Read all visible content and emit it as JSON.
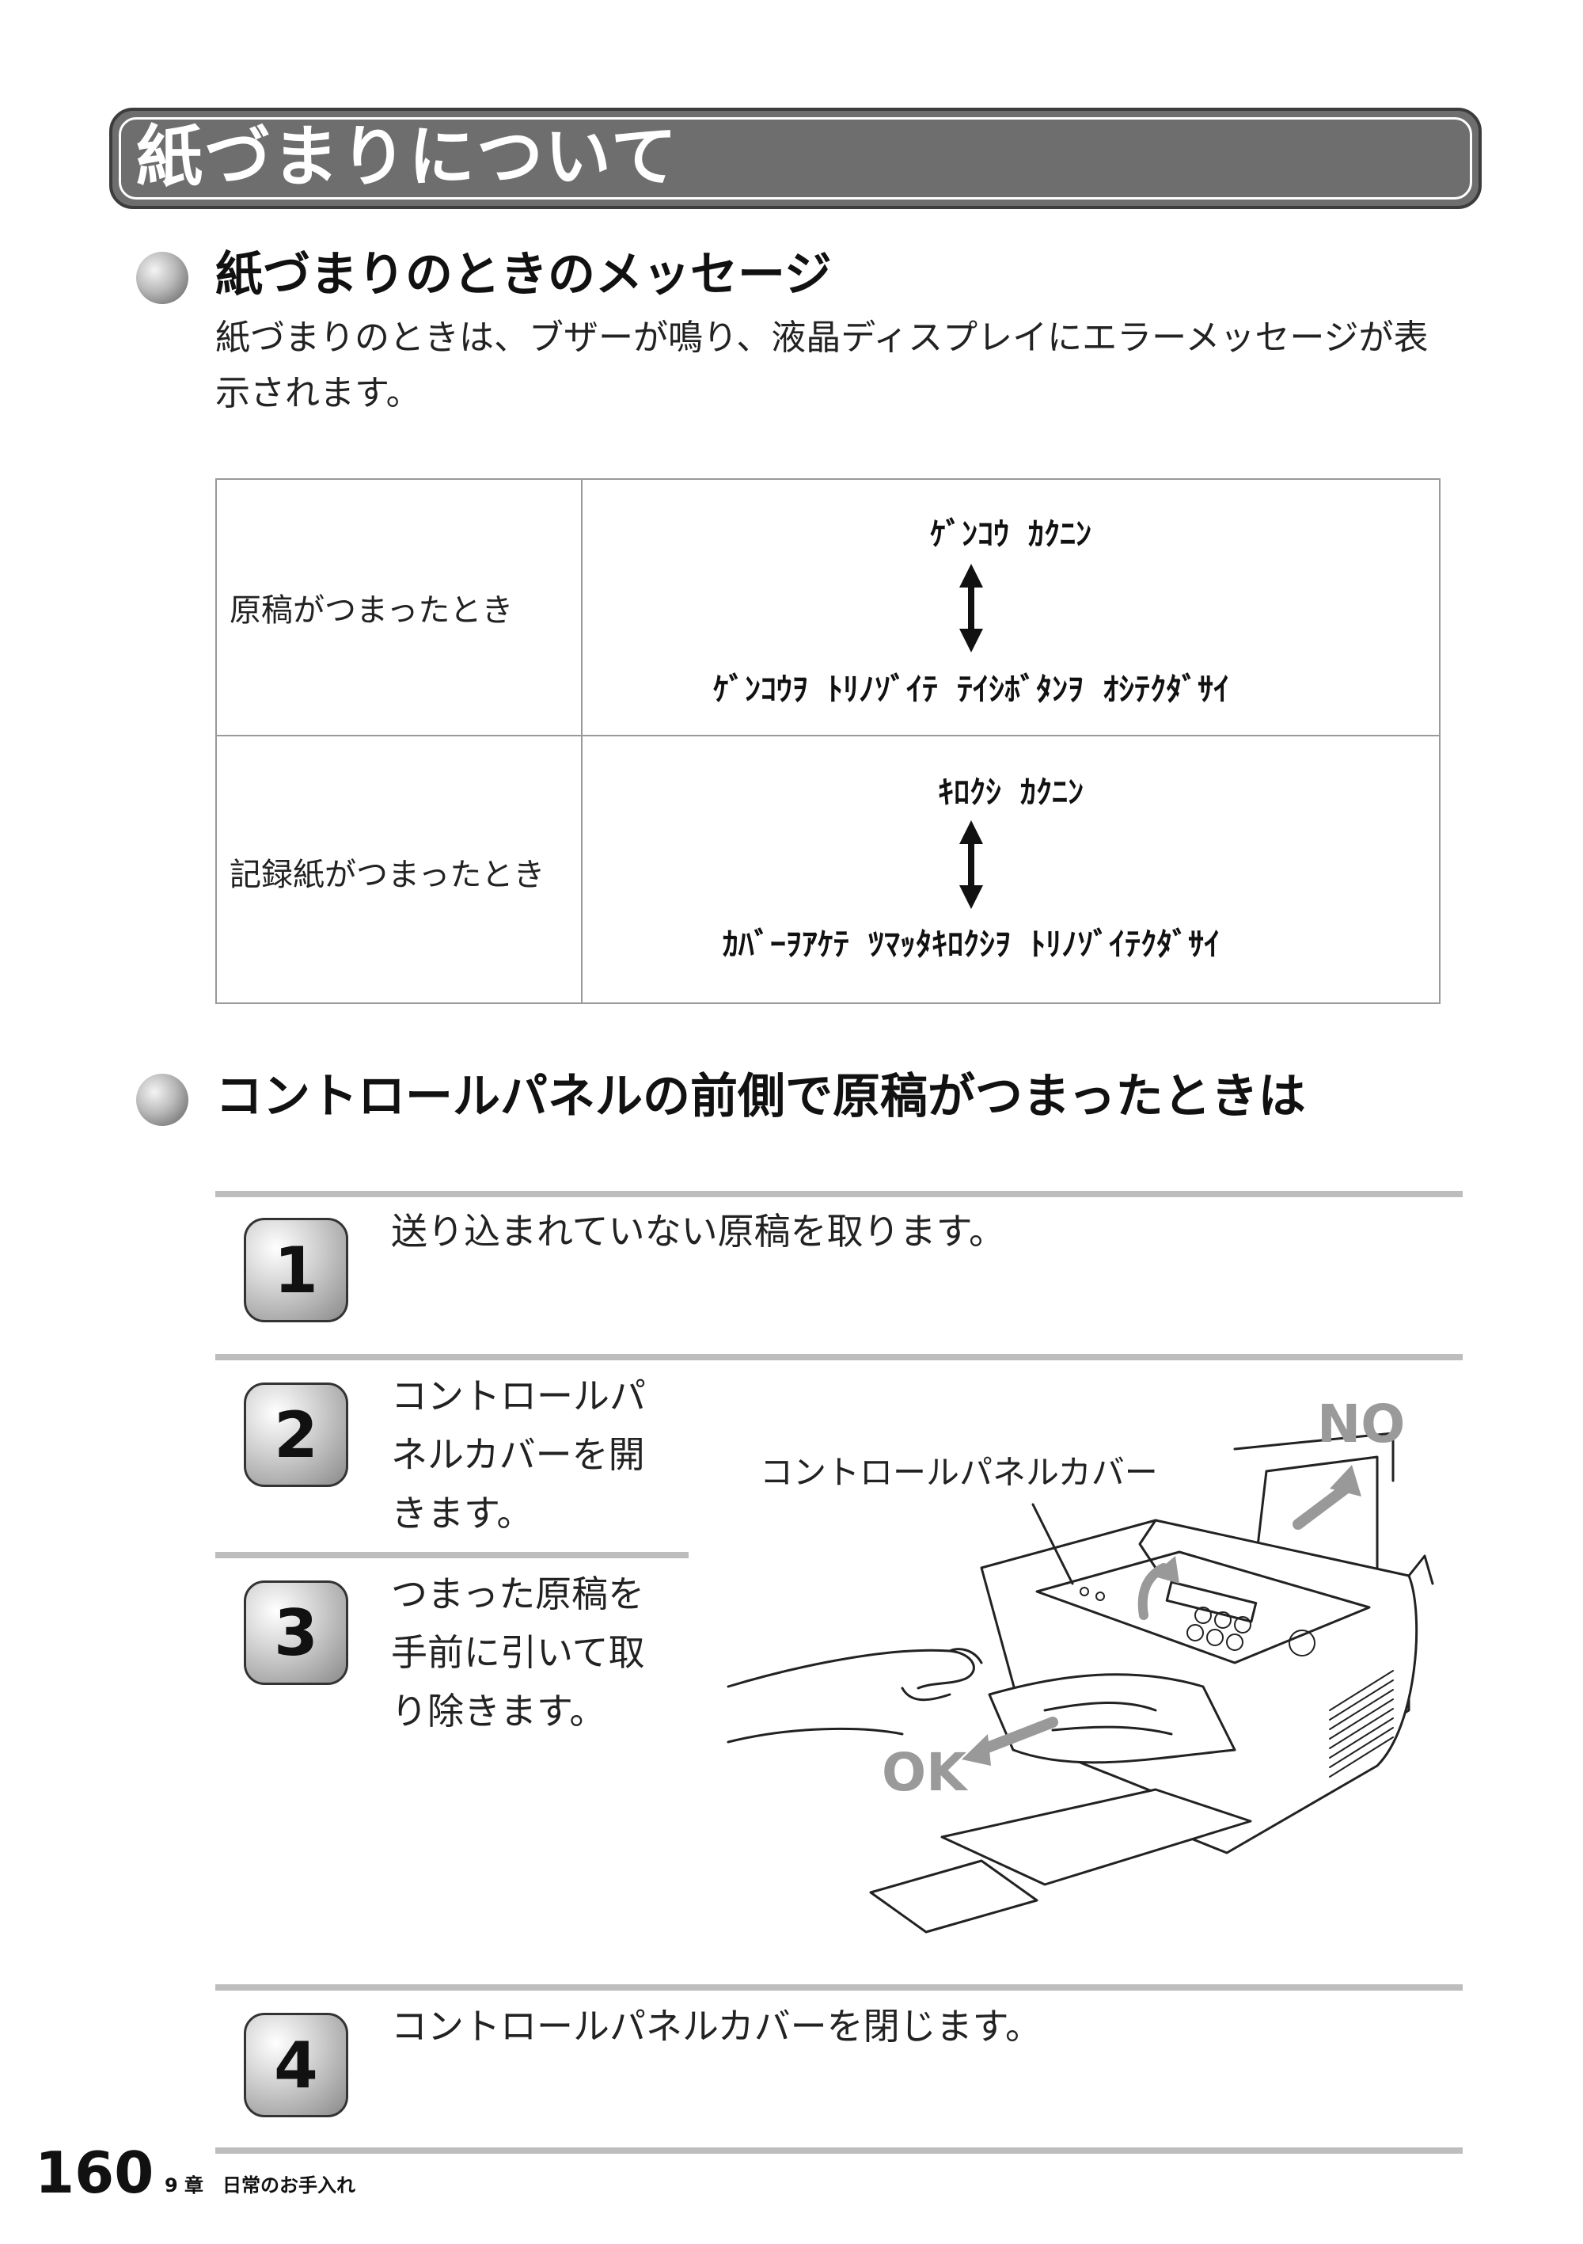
{
  "title": "紙づまりについて",
  "section1": {
    "heading": "紙づまりのときのメッセージ",
    "body_line1": "紙づまりのときは、ブザーが鳴り、液晶ディスプレイにエラーメッセージが表",
    "body_line2": "示されます。"
  },
  "table": {
    "rows": [
      {
        "label": "原稿がつまったとき",
        "message_top": "ｹﾞﾝｺｳ ｶｸﾆﾝ",
        "message_bottom": "ｹﾞﾝｺｳｦ ﾄﾘﾉｿﾞｲﾃ ﾃｲｼﾎﾞﾀﾝｦ ｵｼﾃｸﾀﾞｻｲ"
      },
      {
        "label": "記録紙がつまったとき",
        "message_top": "ｷﾛｸｼ ｶｸﾆﾝ",
        "message_bottom": "ｶﾊﾞｰｦｱｹﾃ ﾂﾏｯﾀｷﾛｸｼｦ ﾄﾘﾉｿﾞｲﾃｸﾀﾞｻｲ"
      }
    ]
  },
  "section2": {
    "heading": "コントロールパネルの前側で原稿がつまったときは"
  },
  "steps": [
    {
      "num": "1",
      "lines": [
        "送り込まれていない原稿を取ります。"
      ]
    },
    {
      "num": "2",
      "lines": [
        "コントロールパ",
        "ネルカバーを開",
        "きます。"
      ]
    },
    {
      "num": "3",
      "lines": [
        "つまった原稿を",
        "手前に引いて取",
        "り除きます。"
      ]
    },
    {
      "num": "4",
      "lines": [
        "コントロールパネルカバーを閉じます。"
      ]
    }
  ],
  "illustration": {
    "callout": "コントロールパネルカバー",
    "label_no": "NO",
    "label_ok": "OK"
  },
  "footer": {
    "page_number": "160",
    "chapter": "9 章　日常のお手入れ"
  }
}
